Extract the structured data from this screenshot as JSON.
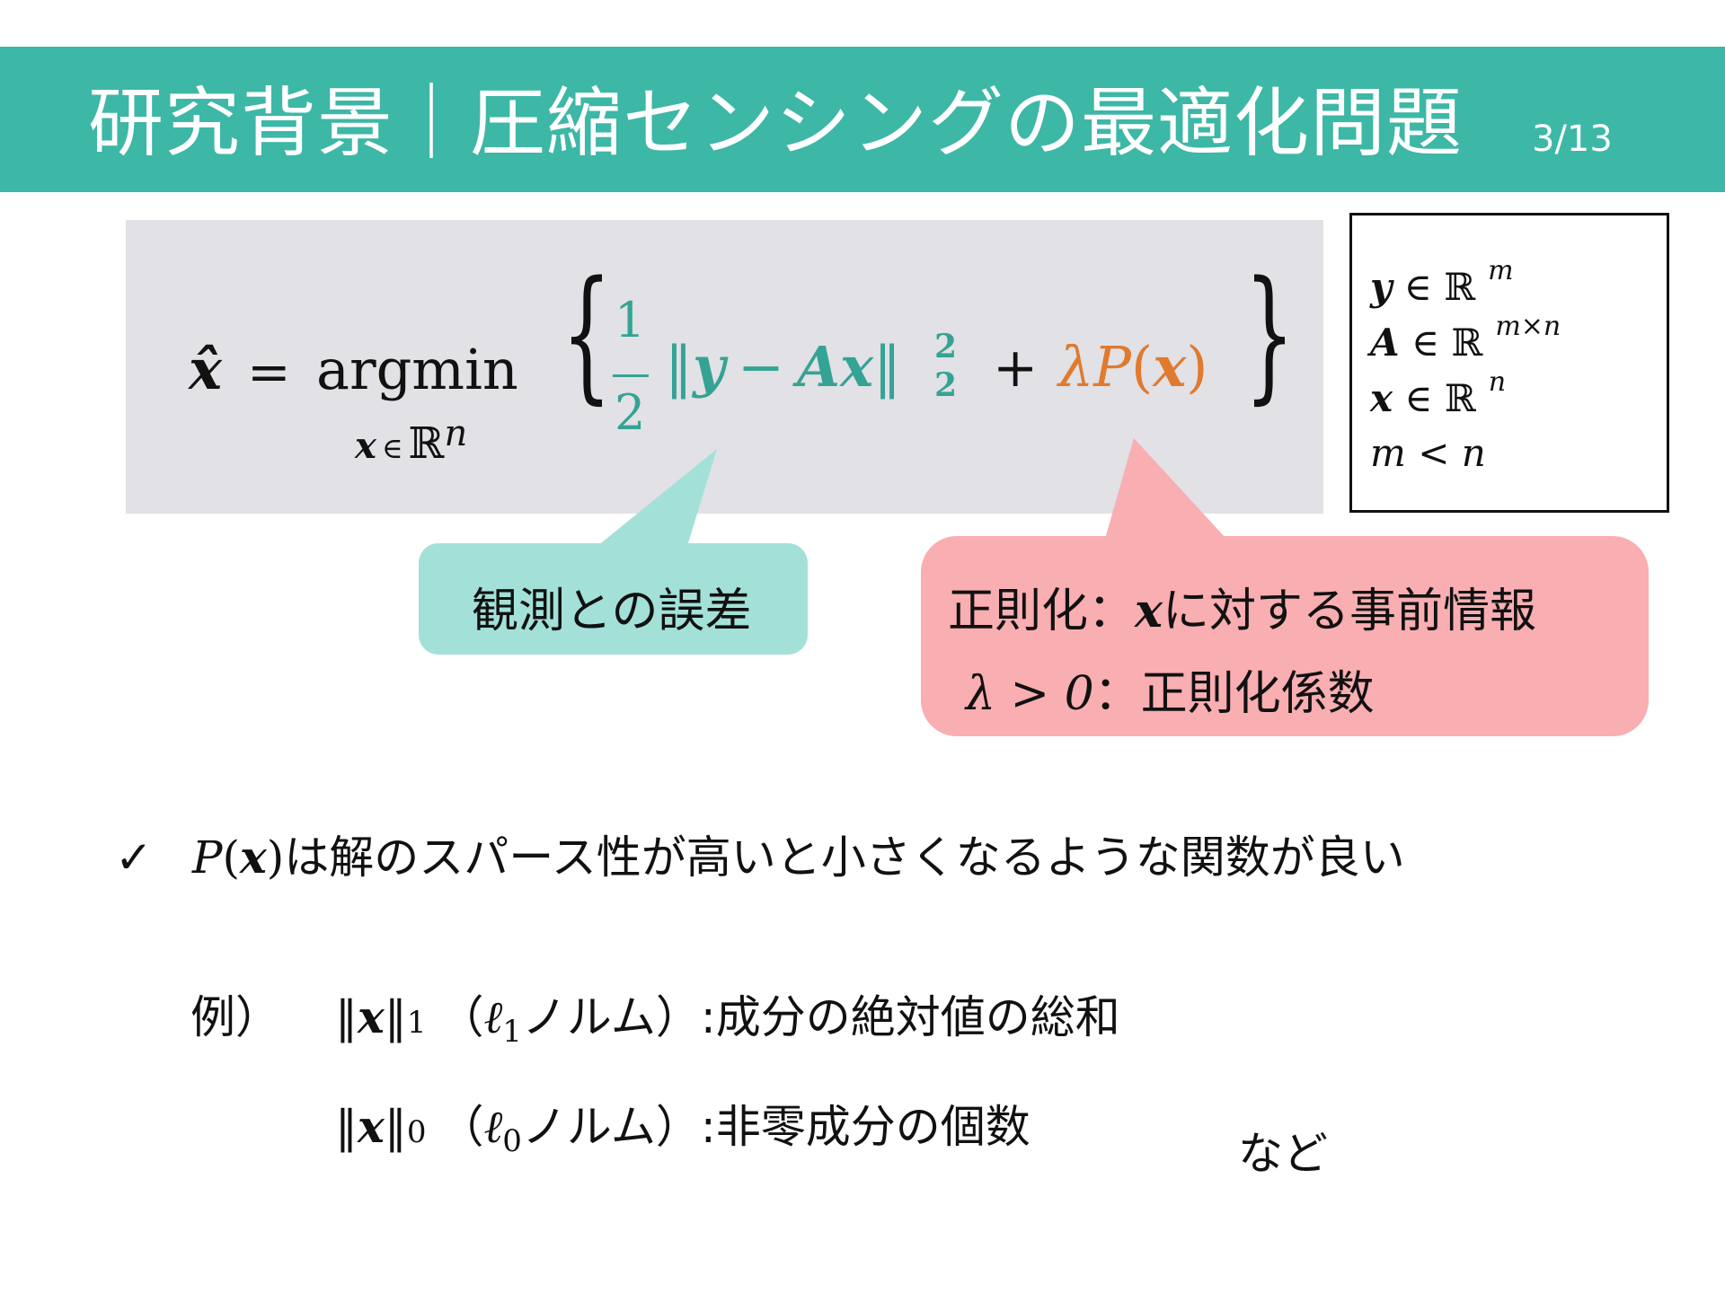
{
  "header": {
    "title": "研究背景｜圧縮センシングの最適化問題",
    "page": "3/13",
    "color": "#3db7a6"
  },
  "formula": {
    "lhs": "x̂",
    "eq": "=",
    "op": "argmin",
    "domain_var": "x",
    "domain_in": "∈",
    "domain_set": "ℝ",
    "domain_exp": "n",
    "lbrace": "{",
    "frac_num": "1",
    "frac_den": "2",
    "norm_open": "‖",
    "y": "y",
    "minus": "−",
    "A": "A",
    "x": "x",
    "norm_close": "‖",
    "norm_sup": "2",
    "norm_sub": "2",
    "plus": "+",
    "lambda": "λ",
    "P": "P",
    "paren_open": "(",
    "paren_x": "x",
    "paren_close": ")",
    "rbrace": "}",
    "teal_color": "#35a394",
    "orange_color": "#e07a2e"
  },
  "variables": [
    {
      "var": "y",
      "rel": "∈",
      "set": "ℝ",
      "exp": "m"
    },
    {
      "var": "A",
      "rel": "∈",
      "set": "ℝ",
      "exp": "m×n"
    },
    {
      "var": "x",
      "rel": "∈",
      "set": "ℝ",
      "exp": "n"
    },
    {
      "var": "m",
      "rel": "<",
      "set": "n",
      "exp": ""
    }
  ],
  "callouts": {
    "error": "観測との誤差",
    "reg_label": "正則化：",
    "reg_var": "x",
    "reg_rest": "に対する事前情報",
    "lambda_expr": "λ > 0",
    "lambda_desc": "：正則化係数",
    "error_color": "#a3e1d8",
    "reg_color": "#f9aeb1"
  },
  "bullet": {
    "check": "✓",
    "P": "P",
    "paren_open": "(",
    "x": "x",
    "paren_close": ")",
    "text": "は解のスパース性が高いと小さくなるような関数が良い"
  },
  "examples": {
    "label": "例）",
    "items": [
      {
        "norm_open": "‖",
        "var": "x",
        "norm_close": "‖",
        "sub": "1",
        "paren_open": "（",
        "ell": "ℓ",
        "ell_sub": "1",
        "norm_name": "ノルム",
        "paren_close": "）",
        "desc": ":成分の絶対値の総和"
      },
      {
        "norm_open": "‖",
        "var": "x",
        "norm_close": "‖",
        "sub": "0",
        "paren_open": "（",
        "ell": "ℓ",
        "ell_sub": "0",
        "norm_name": "ノルム",
        "paren_close": "）",
        "desc": ":非零成分の個数"
      }
    ],
    "etc": "など"
  }
}
